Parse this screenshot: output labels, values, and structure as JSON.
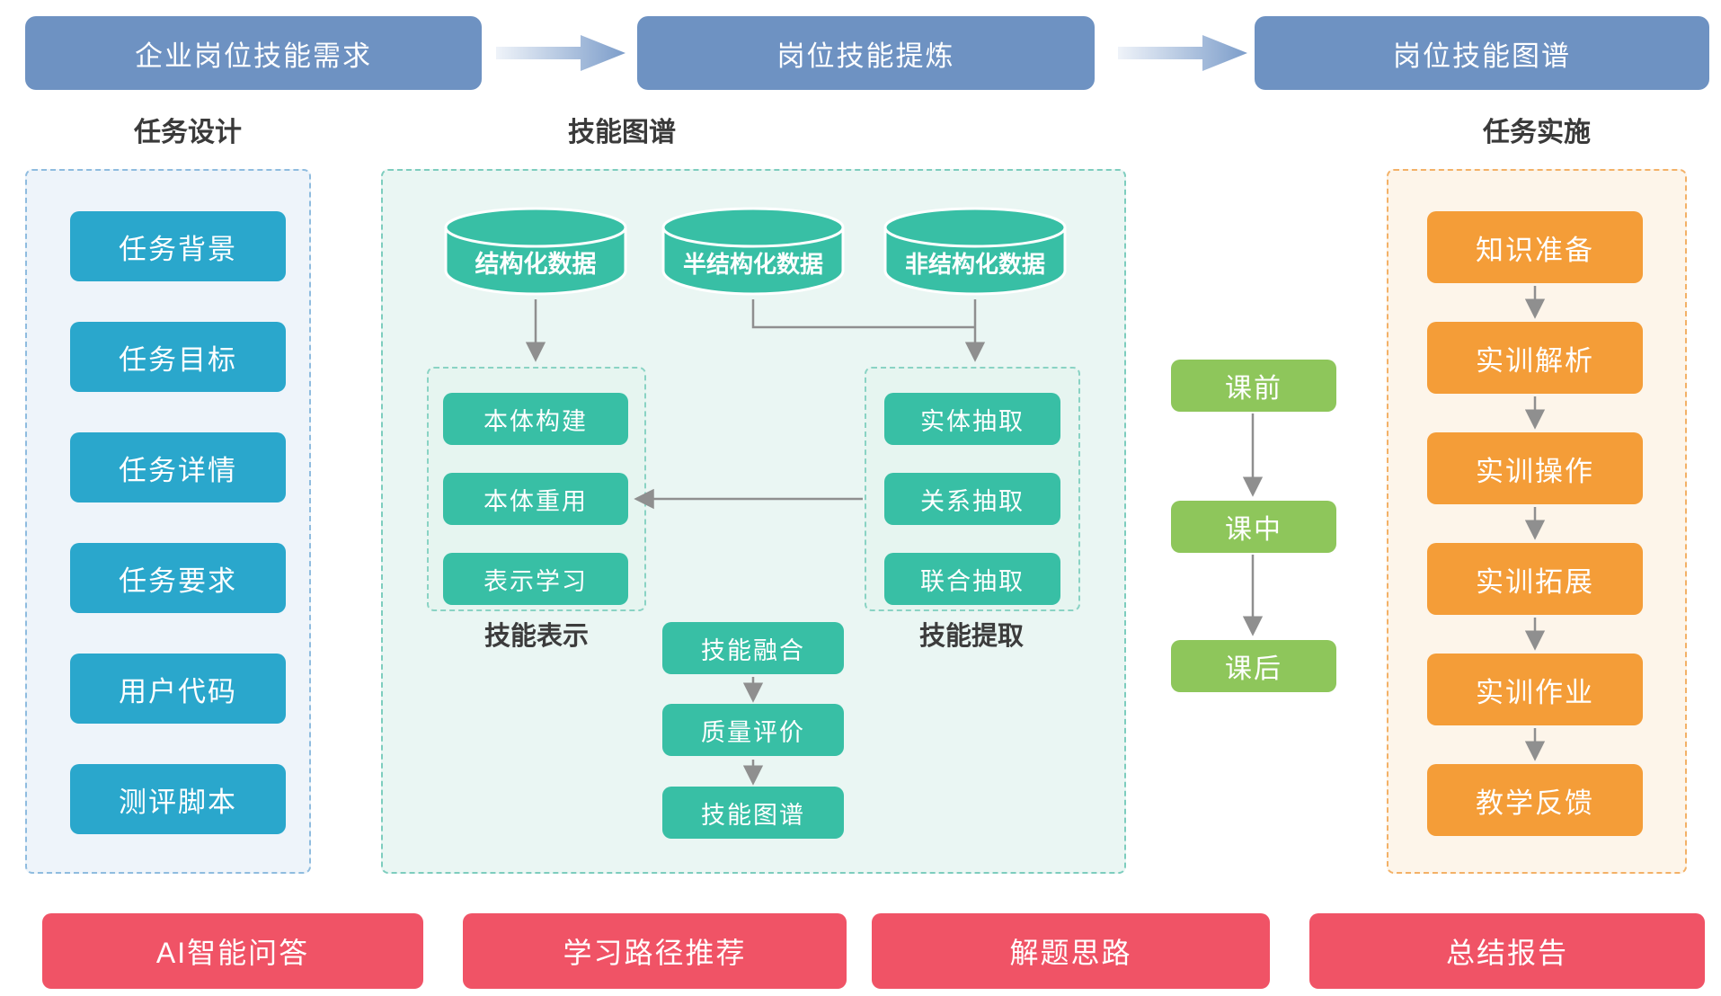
{
  "top_flow": {
    "nodes": [
      "企业岗位技能需求",
      "岗位技能提炼",
      "岗位技能图谱"
    ]
  },
  "section_labels": {
    "left": "任务设计",
    "middle": "技能图谱",
    "right": "任务实施"
  },
  "task_design_panel": {
    "items": [
      "任务背景",
      "任务目标",
      "任务详情",
      "任务要求",
      "用户代码",
      "测评脚本"
    ]
  },
  "skill_map_panel": {
    "data_sources": [
      "结构化数据",
      "半结构化数据",
      "非结构化数据"
    ],
    "representation_group": {
      "label": "技能表示",
      "items": [
        "本体构建",
        "本体重用",
        "表示学习"
      ]
    },
    "extraction_group": {
      "label": "技能提取",
      "items": [
        "实体抽取",
        "关系抽取",
        "联合抽取"
      ]
    },
    "fusion_chain": [
      "技能融合",
      "质量评价",
      "技能图谱"
    ]
  },
  "phase_flow": {
    "items": [
      "课前",
      "课中",
      "课后"
    ]
  },
  "task_implementation_panel": {
    "items": [
      "知识准备",
      "实训解析",
      "实训操作",
      "实训拓展",
      "实训作业",
      "教学反馈"
    ]
  },
  "bottom_bar": {
    "items": [
      "AI智能问答",
      "学习路径推荐",
      "解题思路",
      "总结报告"
    ]
  },
  "colors": {
    "top_node_blue": "#6E92C2",
    "task_design_cyan": "#2AA7CC",
    "skill_teal": "#38BFA5",
    "phase_green": "#8EC65B",
    "implementation_orange": "#F49D38",
    "bottom_red": "#F05366",
    "connector_gray": "#8F8F8F"
  }
}
